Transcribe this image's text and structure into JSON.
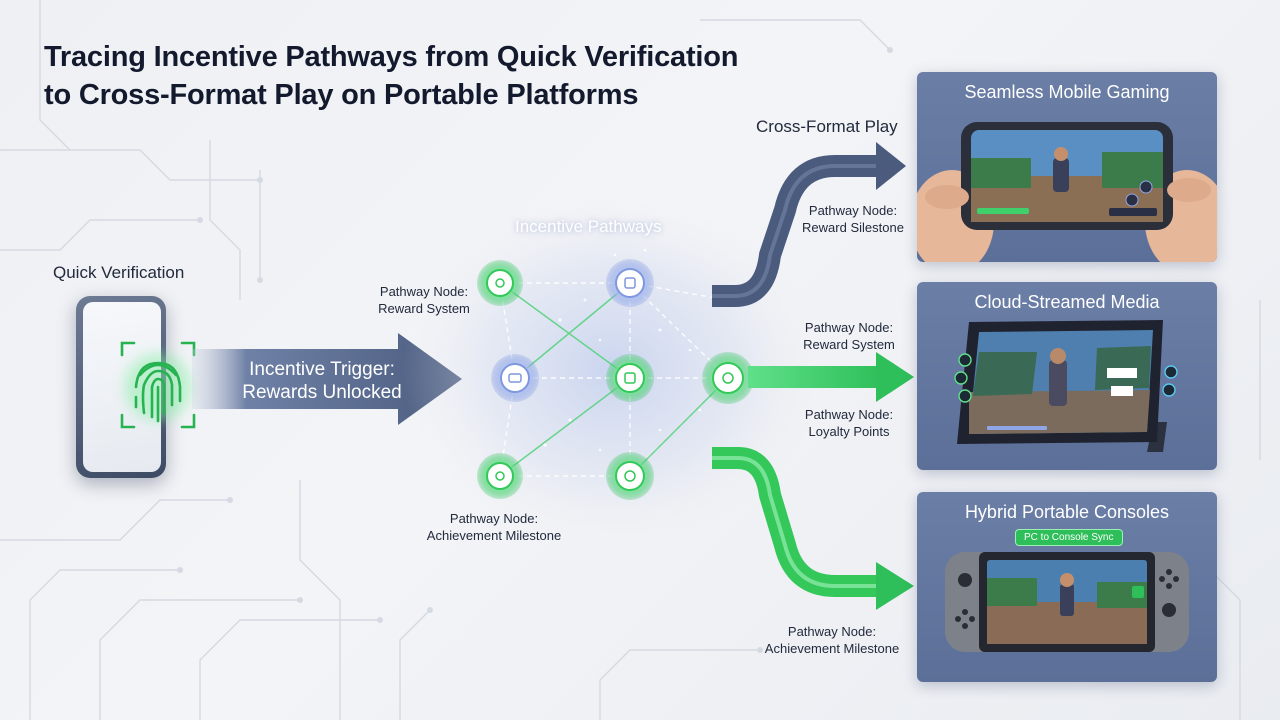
{
  "title": {
    "line1": "Tracing Incentive Pathways from Quick Verification",
    "line2": "to Cross-Format Play on Portable Platforms"
  },
  "verification": {
    "label": "Quick Verification",
    "icon": "fingerprint-icon"
  },
  "trigger": {
    "line1": "Incentive Trigger:",
    "line2": "Rewards Unlocked"
  },
  "pathways": {
    "title": "Incentive Pathways"
  },
  "node_labels": {
    "reward_system_left": {
      "line1": "Pathway Node:",
      "line2": "Reward System"
    },
    "achievement_bottom": {
      "line1": "Pathway Node:",
      "line2": "Achievement Milestone"
    },
    "reward_silestone": {
      "line1": "Pathway Node:",
      "line2": "Reward Silestone"
    },
    "reward_system_right": {
      "line1": "Pathway Node:",
      "line2": "Reward System"
    },
    "loyalty_points": {
      "line1": "Pathway Node:",
      "line2": "Loyalty Points"
    },
    "achievement_right": {
      "line1": "Pathway Node:",
      "line2": "Achievement Milestone"
    }
  },
  "cross_format": {
    "label": "Cross-Format Play"
  },
  "panels": {
    "mobile": {
      "title": "Seamless Mobile Gaming"
    },
    "cloud": {
      "title": "Cloud-Streamed Media"
    },
    "console": {
      "title": "Hybrid Portable Consoles",
      "badge": "PC to Console Sync"
    }
  },
  "colors": {
    "navy_arrow": "#4a5b7e",
    "green_arrow": "#34c759",
    "green_glow": "#5fe08a",
    "blue_node": "#8fa6e6",
    "panel_bg": "#617598"
  }
}
